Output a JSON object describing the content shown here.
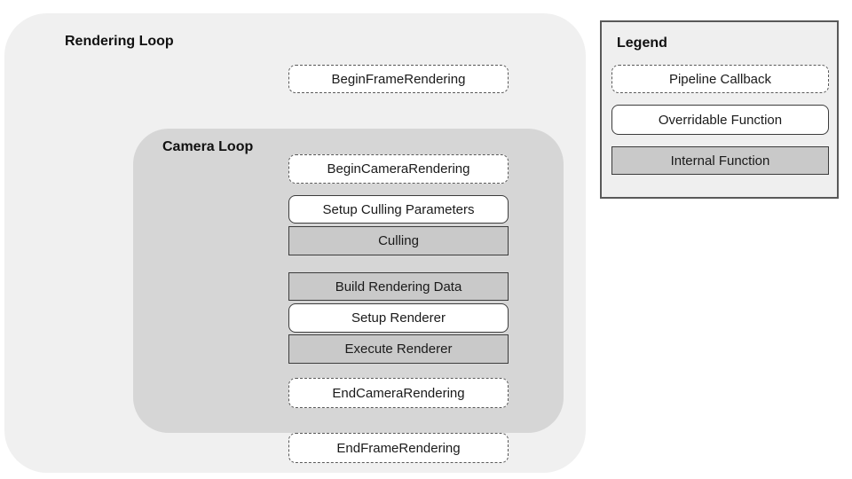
{
  "diagram": {
    "rendering_loop_label": "Rendering Loop",
    "camera_loop_label": "Camera Loop",
    "nodes": {
      "begin_frame": {
        "label": "BeginFrameRendering",
        "type": "callback"
      },
      "begin_camera": {
        "label": "BeginCameraRendering",
        "type": "callback"
      },
      "setup_culling": {
        "label": "Setup Culling Parameters",
        "type": "overridable"
      },
      "culling": {
        "label": "Culling",
        "type": "internal"
      },
      "build_data": {
        "label": "Build Rendering Data",
        "type": "internal"
      },
      "setup_renderer": {
        "label": "Setup Renderer",
        "type": "overridable"
      },
      "execute_renderer": {
        "label": "Execute Renderer",
        "type": "internal"
      },
      "end_camera": {
        "label": "EndCameraRendering",
        "type": "callback"
      },
      "end_frame": {
        "label": "EndFrameRendering",
        "type": "callback"
      }
    }
  },
  "legend": {
    "title": "Legend",
    "items": [
      {
        "label": "Pipeline Callback",
        "type": "callback"
      },
      {
        "label": "Overridable Function",
        "type": "overridable"
      },
      {
        "label": "Internal Function",
        "type": "internal"
      }
    ]
  },
  "colors": {
    "rendering_loop_bg": "#f0f0f0",
    "camera_loop_bg": "#d6d6d6",
    "internal_box_bg": "#c9c9c9",
    "legend_bg": "#efefef",
    "box_border": "#3c3c3c",
    "dashed_border": "#595959",
    "text": "#1a1a1a"
  }
}
